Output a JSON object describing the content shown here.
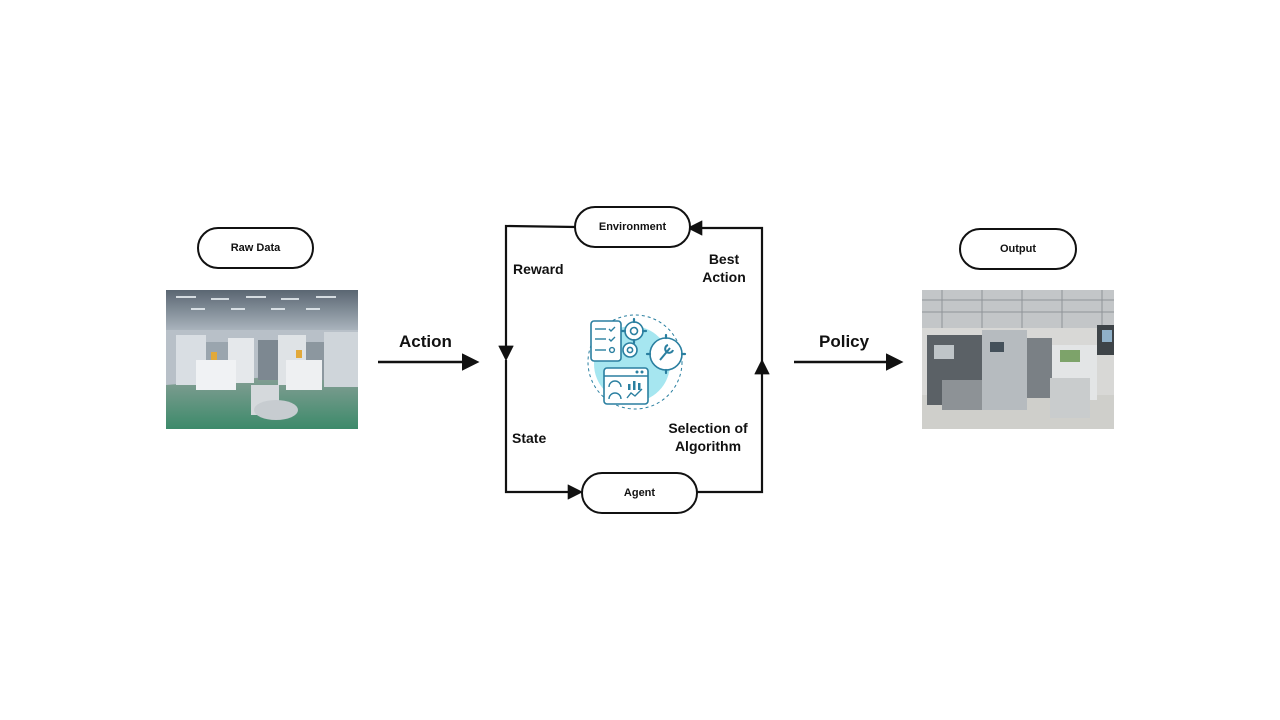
{
  "nodes": {
    "raw_data": "Raw Data",
    "environment": "Environment",
    "agent": "Agent",
    "output": "Output"
  },
  "edge_labels": {
    "action": "Action",
    "policy": "Policy",
    "reward": "Reward",
    "state": "State",
    "best_action_line1": "Best",
    "best_action_line2": "Action",
    "selection_line1": "Selection of",
    "selection_line2": "Algorithm"
  },
  "colors": {
    "stroke": "#111111",
    "icon_accent": "#a6e6f0",
    "icon_line": "#2a7fa0"
  },
  "icons": {
    "center": "algorithm-gears-dashboard-icon"
  }
}
